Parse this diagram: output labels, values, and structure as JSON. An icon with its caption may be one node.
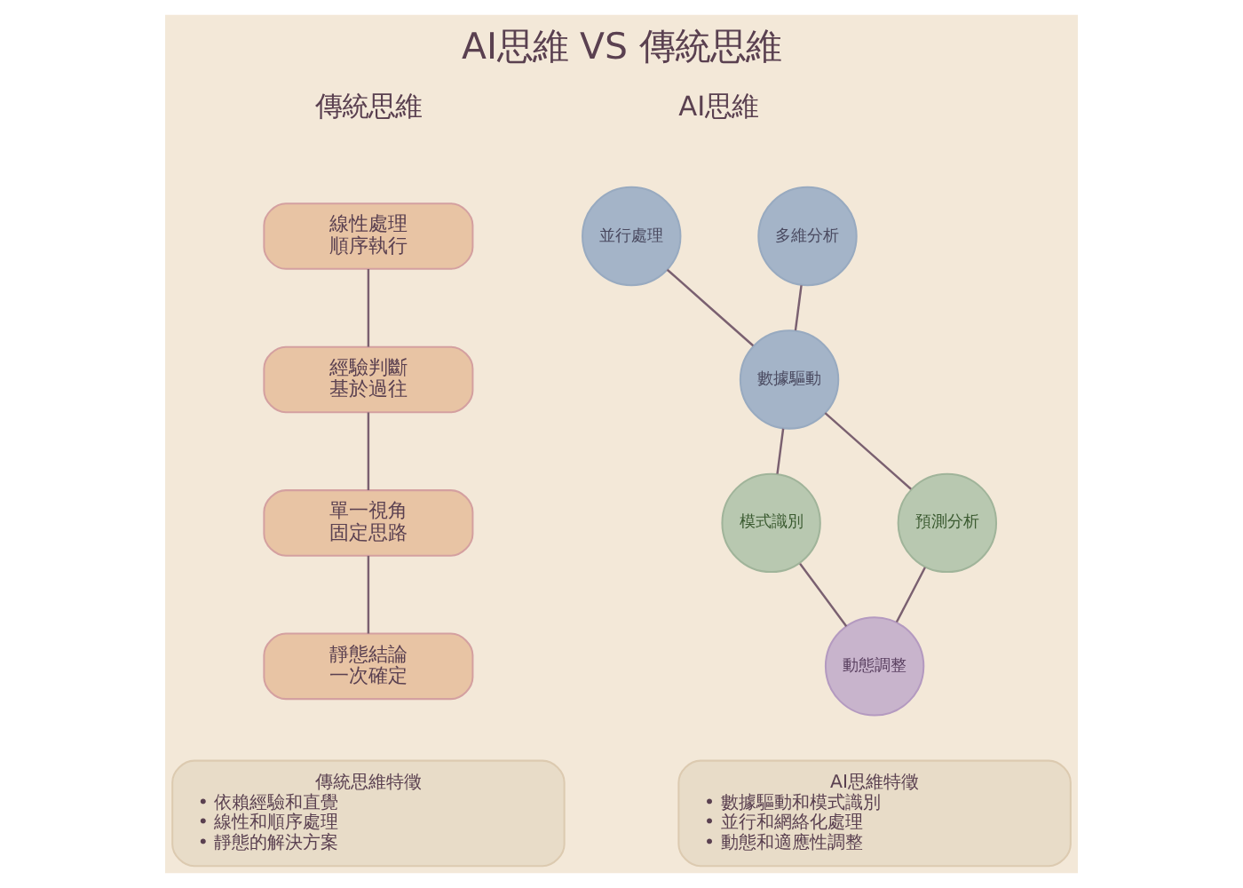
{
  "diagram": {
    "title": "AI思維 VS 傳統思維",
    "nodes": [
      {
        "text": [
          "線性處理",
          "順序執行"
        ]
      },
      {
        "text": [
          "經驗判斷",
          "基於過往"
        ]
      },
      {
        "text": [
          "單一視角",
          "固定思路"
        ]
      },
      {
        "text": [
          "靜態結論",
          "一次確定"
        ]
      },
      {
        "text": [
          "並行處理"
        ]
      },
      {
        "text": [
          "多維分析"
        ]
      },
      {
        "text": [
          "數據驅動"
        ]
      },
      {
        "text": [
          "模式識別"
        ]
      },
      {
        "text": [
          "預測分析"
        ]
      },
      {
        "text": [
          "動態調整"
        ]
      },
      {
        "text": [
          "傳統思維特徵",
          "• 依賴經驗和直覺",
          "• 線性和順序處理",
          "• 靜態的解決方案"
        ]
      },
      {
        "text": [
          "AI思維特徵",
          "• 數據驅動和模式識別",
          "• 並行和網絡化處理",
          "• 動態和適應性調整"
        ]
      }
    ],
    "edges": [
      {
        "from": 0,
        "to": 1,
        "arrow": "none"
      },
      {
        "from": 1,
        "to": 2,
        "arrow": "none"
      },
      {
        "from": 2,
        "to": 3,
        "arrow": "none"
      },
      {
        "from": 4,
        "to": 6,
        "arrow": "none"
      },
      {
        "from": 5,
        "to": 6,
        "arrow": "none"
      },
      {
        "from": 6,
        "to": 7,
        "arrow": "none"
      },
      {
        "from": 6,
        "to": 8,
        "arrow": "none"
      },
      {
        "from": 7,
        "to": 9,
        "arrow": "none"
      },
      {
        "from": 8,
        "to": 9,
        "arrow": "none"
      }
    ],
    "labels": [
      "傳統思維",
      "AI思維"
    ]
  }
}
